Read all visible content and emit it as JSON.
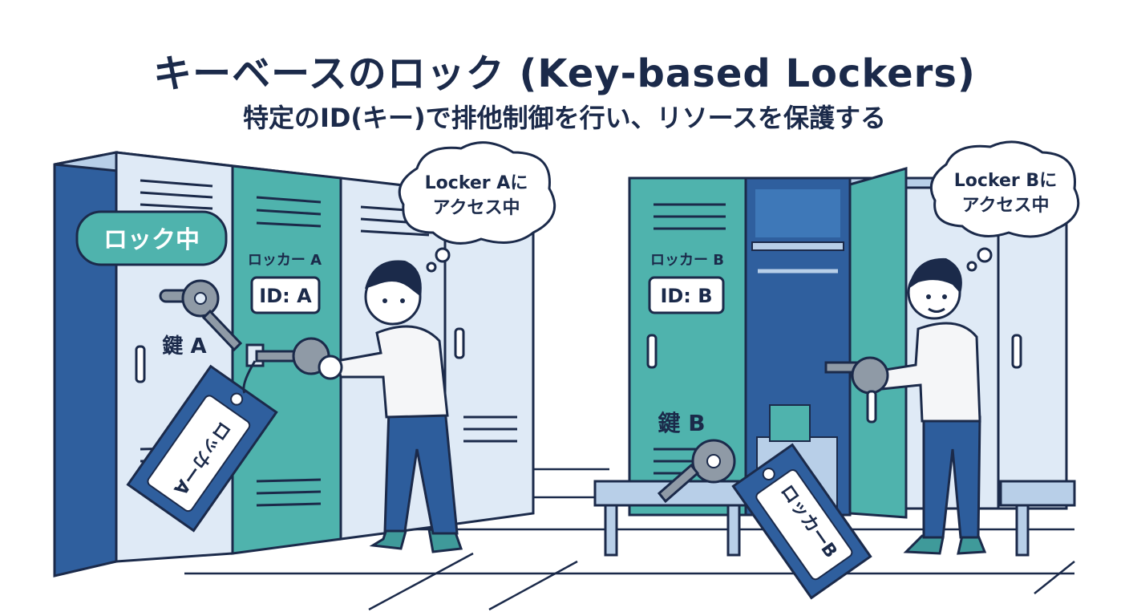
{
  "title": "キーベースのロック (Key-based Lockers)",
  "subtitle": "特定のID(キー)で排他制御を行い、リソースを保護する",
  "left_scene": {
    "status_badge": "ロック中",
    "locker_name": "ロッカー A",
    "locker_id": "ID: A",
    "key_label": "鍵 A",
    "tag_text": "ロッカーA",
    "speech": [
      "Locker Aに",
      "アクセス中"
    ]
  },
  "right_scene": {
    "locker_name": "ロッカー B",
    "locker_id": "ID: B",
    "key_label": "鍵 B",
    "tag_text": "ロッカーB",
    "speech": [
      "Locker Bに",
      "アクセス中"
    ]
  },
  "colors": {
    "navy": "#1b2a4a",
    "locker_teal": "#4fb3ad",
    "locker_light": "#dfeaf6",
    "locker_blue": "#2f5f9e",
    "key_grey": "#8f9aa6",
    "pants_blue": "#2d5d9c",
    "shoe_teal": "#3f9a9a"
  }
}
